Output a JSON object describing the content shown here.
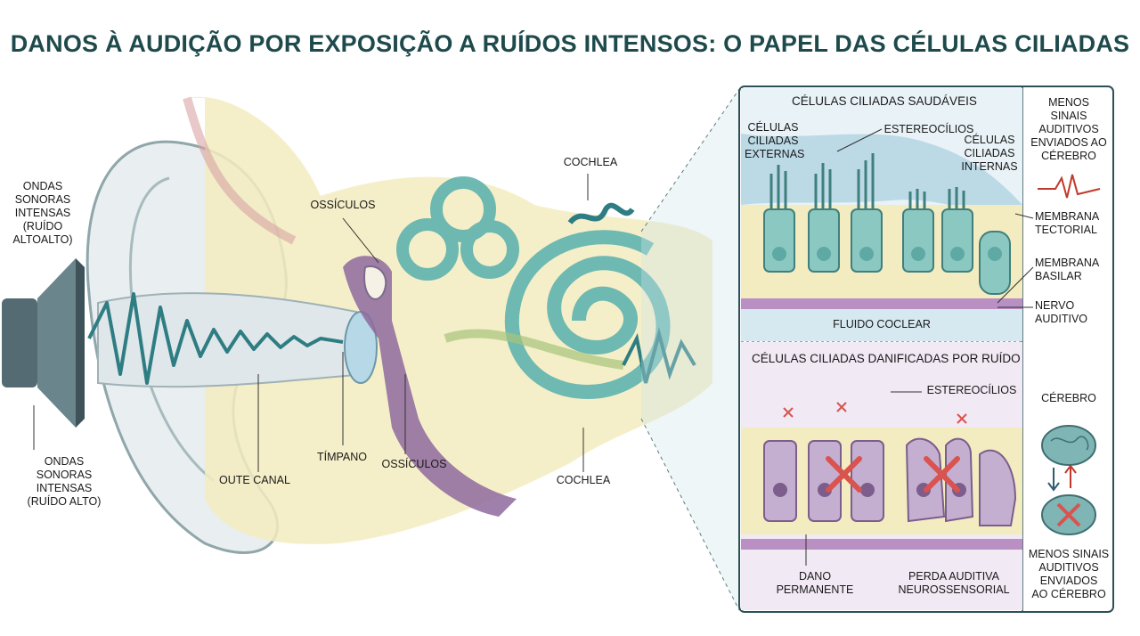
{
  "title": "DANOS À AUDIÇÃO POR EXPOSIÇÃO A RUÍDOS INTENSOS: O PAPEL DAS CÉLULAS CILIADAS",
  "ear_labels": {
    "sound_waves_top": "ONDAS\nSONORAS\nINTENSAS\n(RUÍDO\nALTOALTO)",
    "sound_waves_bottom": "ONDAS\nSONORAS\nINTENSAS\n(RUÍDO ALTO)",
    "ossicles_top": "OSSÍCULOS",
    "ossicles_bottom": "OSSÍCULOS",
    "cochlea_top": "COCHLEA",
    "cochlea_bottom": "COCHLEA",
    "ear_canal": "OUTE CANAL",
    "eardrum": "TÍMPANO"
  },
  "healthy_panel": {
    "title": "CÉLULAS CILIADAS SAUDÁVEIS",
    "outer_hair_cells": "CÉLULAS\nCILIADAS\nEXTERNAS",
    "stereocilia": "ESTEREOCÍLIOS",
    "inner_hair_cells": "CÉLULAS\nCILIADAS\nINTERNAS",
    "cochlear_fluid": "FLUIDO COCLEAR"
  },
  "damaged_panel": {
    "title": "CÉLULAS CILIADAS DANIFICADAS POR RUÍDO",
    "stereocilia": "ESTEREOCÍLIOS",
    "permanent_damage": "DANO\nPERMANENTE",
    "hearing_loss": "PERDA AUDITIVA\nNEUROSSENSORIAL"
  },
  "side_column": {
    "fewer_signals_top": "MENOS\nSINAIS\nAUDITIVOS\nENVIADOS AO\nCÉREBRO",
    "tectorial_membrane": "MEMBRANA\nTECTORIAL",
    "basilar_membrane": "MEMBRANA\nBASILAR",
    "auditory_nerve": "NERVO\nAUDITIVO",
    "brain": "CÉREBRO",
    "fewer_signals_bottom": "MENOS SINAIS\nAUDITIVOS\nENVIADOS\nAO CÉREBRO"
  },
  "colors": {
    "title": "#1e4a4c",
    "teal": "#5fb3ae",
    "purple": "#8e6a9e",
    "bone": "#f3ecc0",
    "damage_x": "#d9534f",
    "panel_border": "#2d4f57"
  }
}
